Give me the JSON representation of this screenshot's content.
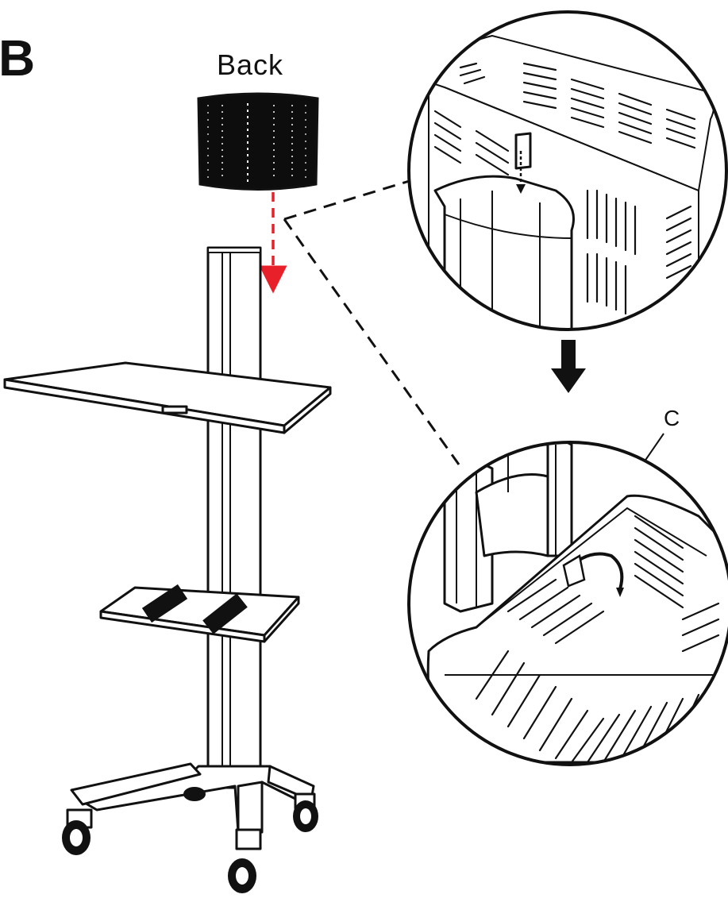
{
  "labels": {
    "step": "B",
    "back": "Back",
    "callout_c": "C"
  },
  "colors": {
    "ink": "#111111",
    "guide_arrow": "#e8202a",
    "background": "#ffffff"
  },
  "icons": {
    "step_arrow": "down-arrow-icon"
  }
}
